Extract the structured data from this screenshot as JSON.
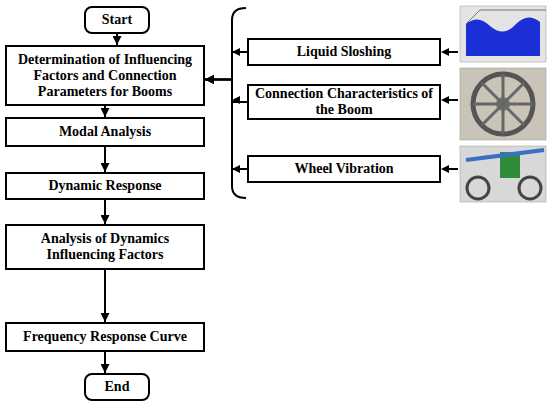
{
  "diagram": {
    "nodes": [
      {
        "text": [
          "Start"
        ]
      },
      {
        "text": [
          "Determination of Influencing Factors and Connection Parameters for Booms"
        ]
      },
      {
        "text": [
          "Modal Analysis"
        ]
      },
      {
        "text": [
          "Dynamic Response"
        ]
      },
      {
        "text": [
          "Analysis of Dynamics Influencing Factors"
        ]
      },
      {
        "text": [
          "Frequency Response Curve"
        ]
      },
      {
        "text": [
          "End"
        ]
      },
      {
        "text": [
          "Liquid Sloshing"
        ]
      },
      {
        "text": [
          "Connection Characteristics of the Boom"
        ]
      },
      {
        "text": [
          "Wheel Vibration"
        ]
      }
    ],
    "edges": [
      {
        "from": 0,
        "to": 1,
        "arrow": "to"
      },
      {
        "from": 1,
        "to": 2,
        "arrow": "to"
      },
      {
        "from": 2,
        "to": 3,
        "arrow": "to"
      },
      {
        "from": 3,
        "to": 4,
        "arrow": "to"
      },
      {
        "from": 4,
        "to": 5,
        "arrow": "to"
      },
      {
        "from": 5,
        "to": 6,
        "arrow": "to"
      },
      {
        "from": 7,
        "to": 1,
        "arrow": "to"
      },
      {
        "from": 8,
        "to": 1,
        "arrow": "to"
      },
      {
        "from": 9,
        "to": 1,
        "arrow": "to"
      }
    ]
  }
}
